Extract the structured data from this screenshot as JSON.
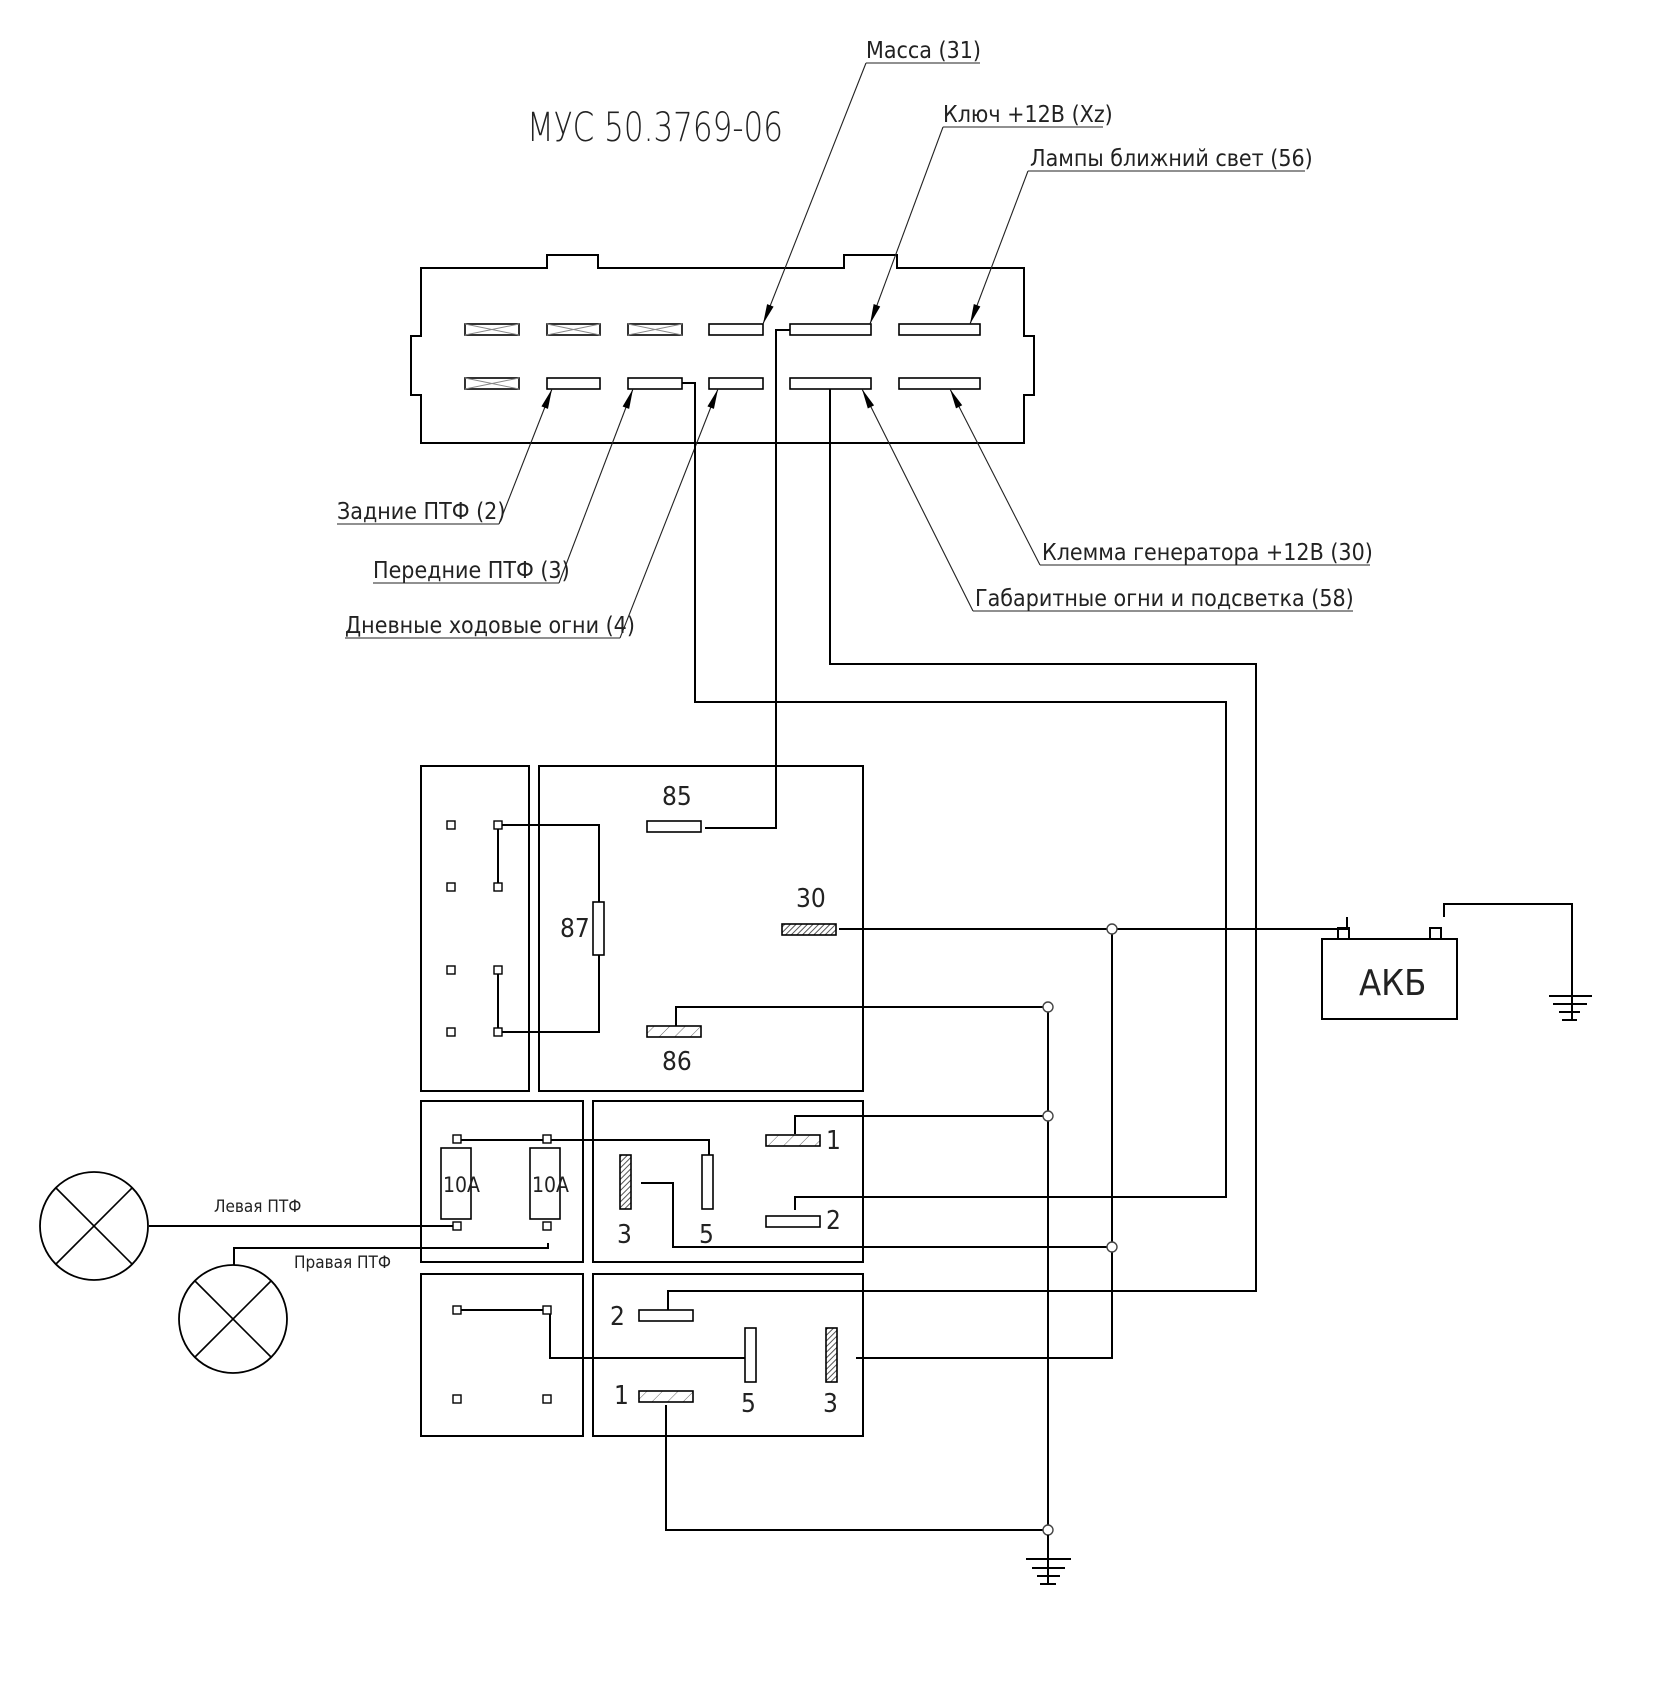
{
  "diagram": {
    "title": "МУС 50.3769-06",
    "connector_labels": {
      "massa": "Масса (31)",
      "key": "Ключ +12В (Xz)",
      "low_beam": "Лампы ближний свет (56)",
      "rear_fog": "Задние ПТФ (2)",
      "front_fog": "Передние ПТФ (3)",
      "drl": "Дневные ходовые огни (4)",
      "generator": "Клемма генератора +12В (30)",
      "parking": "Габаритные огни и подсветка (58)"
    },
    "main_relay": {
      "pin_85": "85",
      "pin_87": "87",
      "pin_30": "30",
      "pin_86": "86"
    },
    "fuses": {
      "left": "10A",
      "right": "10A"
    },
    "relay_a": {
      "pin_1": "1",
      "pin_2": "2",
      "pin_3": "3",
      "pin_5": "5"
    },
    "relay_b": {
      "pin_1": "1",
      "pin_2": "2",
      "pin_3": "3",
      "pin_5": "5"
    },
    "lamps": {
      "left": "Левая ПТФ",
      "right": "Правая ПТФ"
    },
    "battery": "АКБ"
  }
}
